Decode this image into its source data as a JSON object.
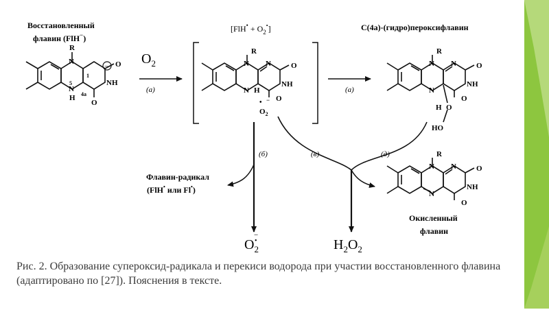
{
  "labels": {
    "reduced_flavin": [
      "Восстановленный",
      "флавин (FlH",
      ")"
    ],
    "reduced_flavin_sup": "−",
    "complex_bracket": [
      "[FlH",
      " + O",
      "]"
    ],
    "hydroperoxy": "C(4a)-(гидро)пероксифлавин",
    "flavin_radical": [
      "Флавин-радикал",
      "(FlH",
      " или Fl",
      ")"
    ],
    "oxidized_flavin": [
      "Окисленный",
      "флавин"
    ],
    "o2_reagent": "O",
    "o2_sub": "2",
    "superoxide": "O",
    "superoxide_sub": "2",
    "superoxide_sup": "−",
    "h2o2": [
      "H",
      "2",
      "O",
      "2"
    ]
  },
  "arrow_labels": {
    "a1": "(а)",
    "a2": "(а)",
    "b": "(б)",
    "v": "(в)",
    "d": "(д)"
  },
  "atom_labels": {
    "R": "R",
    "N": "N",
    "NH": "NH",
    "O": "O",
    "H": "H",
    "HO": "HO",
    "num5": "5",
    "num1": "1",
    "num4a": "4a",
    "minus": "−",
    "O2minus": "O",
    "dot": "•"
  },
  "caption": "Рис. 2. Образование супероксид-радикала и перекиси водорода при участии восстановленного флавина (адаптировано по [27]). Пояснения в тексте.",
  "colors": {
    "accent_green": "#8dc63f",
    "light_green": "#b5d97a",
    "ink": "#111111"
  }
}
